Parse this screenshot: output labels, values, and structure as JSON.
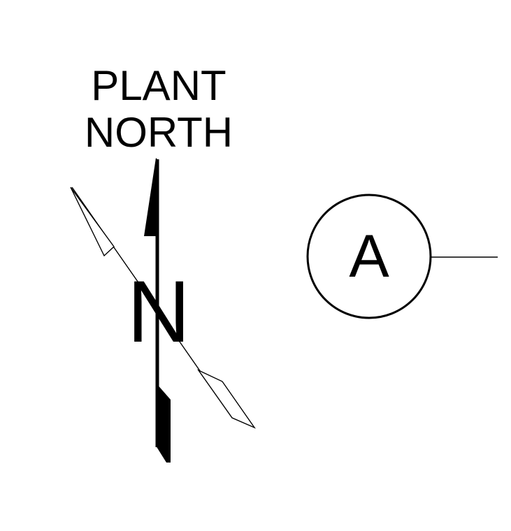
{
  "north_arrow": {
    "title_line_1": "PLANT",
    "title_line_2": "NORTH",
    "letter": "N"
  },
  "section_marker": {
    "letter": "A"
  },
  "colors": {
    "ink": "#000000",
    "paper": "#ffffff"
  }
}
